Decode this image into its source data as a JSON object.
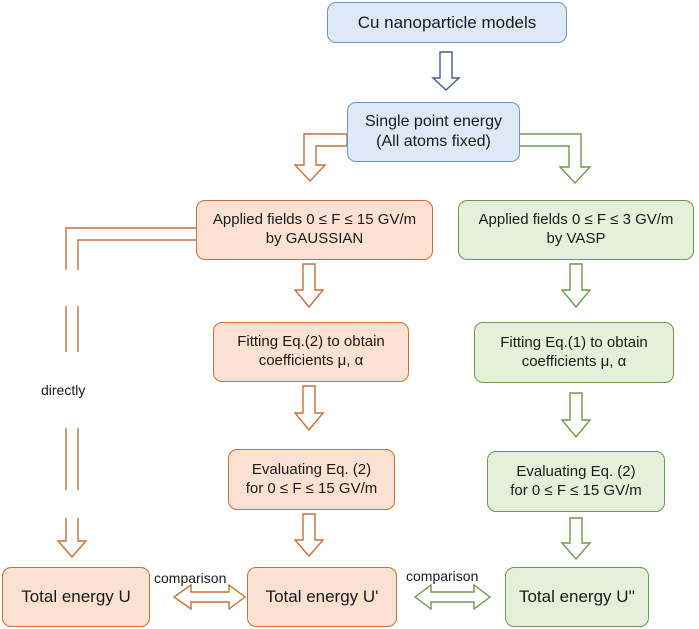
{
  "nodes": {
    "models": "Cu nanoparticle models",
    "single_point": [
      "Single point energy",
      "(All atoms fixed)"
    ],
    "gaussian_fields": [
      "Applied fields 0 ≤ F ≤ 15 GV/m",
      "by GAUSSIAN"
    ],
    "vasp_fields": [
      "Applied fields 0 ≤ F ≤ 3 GV/m",
      "by VASP"
    ],
    "fit_eq2": [
      "Fitting Eq.(2) to obtain",
      "coefficients μ, α"
    ],
    "fit_eq1": [
      "Fitting Eq.(1) to obtain",
      "coefficients μ, α"
    ],
    "eval_left": [
      "Evaluating Eq. (2)",
      "for 0 ≤ F ≤ 15 GV/m"
    ],
    "eval_right": [
      "Evaluating Eq. (2)",
      "for 0 ≤ F ≤ 15 GV/m"
    ],
    "total_u": "Total energy U",
    "total_u1": "Total energy U'",
    "total_u2": "Total energy U''"
  },
  "labels": {
    "directly": "directly",
    "comparison_left": "comparison",
    "comparison_right": "comparison"
  },
  "colors": {
    "blue_fill": "#dde9f6",
    "blue_stroke": "#6d93c1",
    "blue_arrow": "#3e5f8e",
    "orange_fill": "#fbe1d2",
    "orange_stroke": "#c6703a",
    "green_fill": "#e4f0da",
    "green_stroke": "#6e9a4a"
  }
}
